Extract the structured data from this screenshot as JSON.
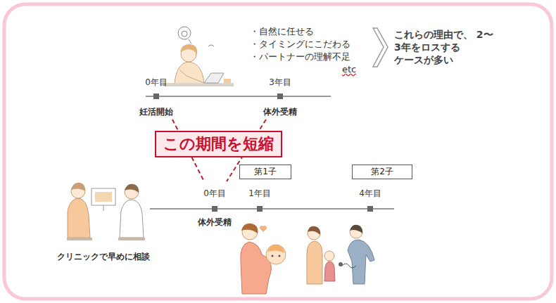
{
  "diagram": {
    "nodes": [
      {
        "text": [
          "この期間を短縮"
        ]
      },
      {
        "text": [
          "第1子"
        ]
      },
      {
        "text": [
          "第2子"
        ]
      }
    ],
    "labels": [
      "・自然に任せる",
      "・タイミングにこだわる",
      "・パートナーの理解不足",
      "etc",
      "これらの理由で、 2〜3年をロスする ケースが多い",
      "0年目",
      "3年目",
      "妊活開始",
      "体外受精",
      "0年目",
      "1年目",
      "4年目",
      "体外受精",
      "クリニックで早めに相談"
    ]
  }
}
